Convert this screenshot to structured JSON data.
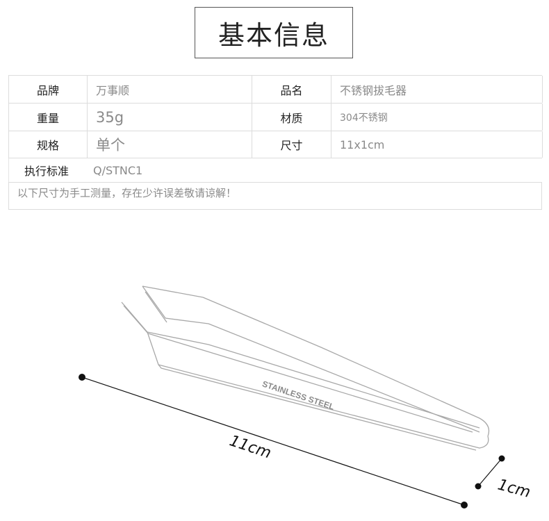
{
  "title": "基本信息",
  "spec_rows": [
    {
      "label": "品牌",
      "value": "万事顺",
      "label2": "品名",
      "value2": "不锈钢拔毛器"
    },
    {
      "label": "重量",
      "value": "35g",
      "label2": "材质",
      "value2": "304不锈钢"
    },
    {
      "label": "规格",
      "value": "单个",
      "label2": "尺寸",
      "value2": "11x1cm"
    }
  ],
  "standard": {
    "label": "执行标准",
    "value": "Q/STNC1"
  },
  "note": "以下尺寸为手工测量，存在少许误差敬请谅解！",
  "illustration": {
    "engraving": "STAINLESS STEEL",
    "length_label": "11cm",
    "width_label": "1cm"
  }
}
